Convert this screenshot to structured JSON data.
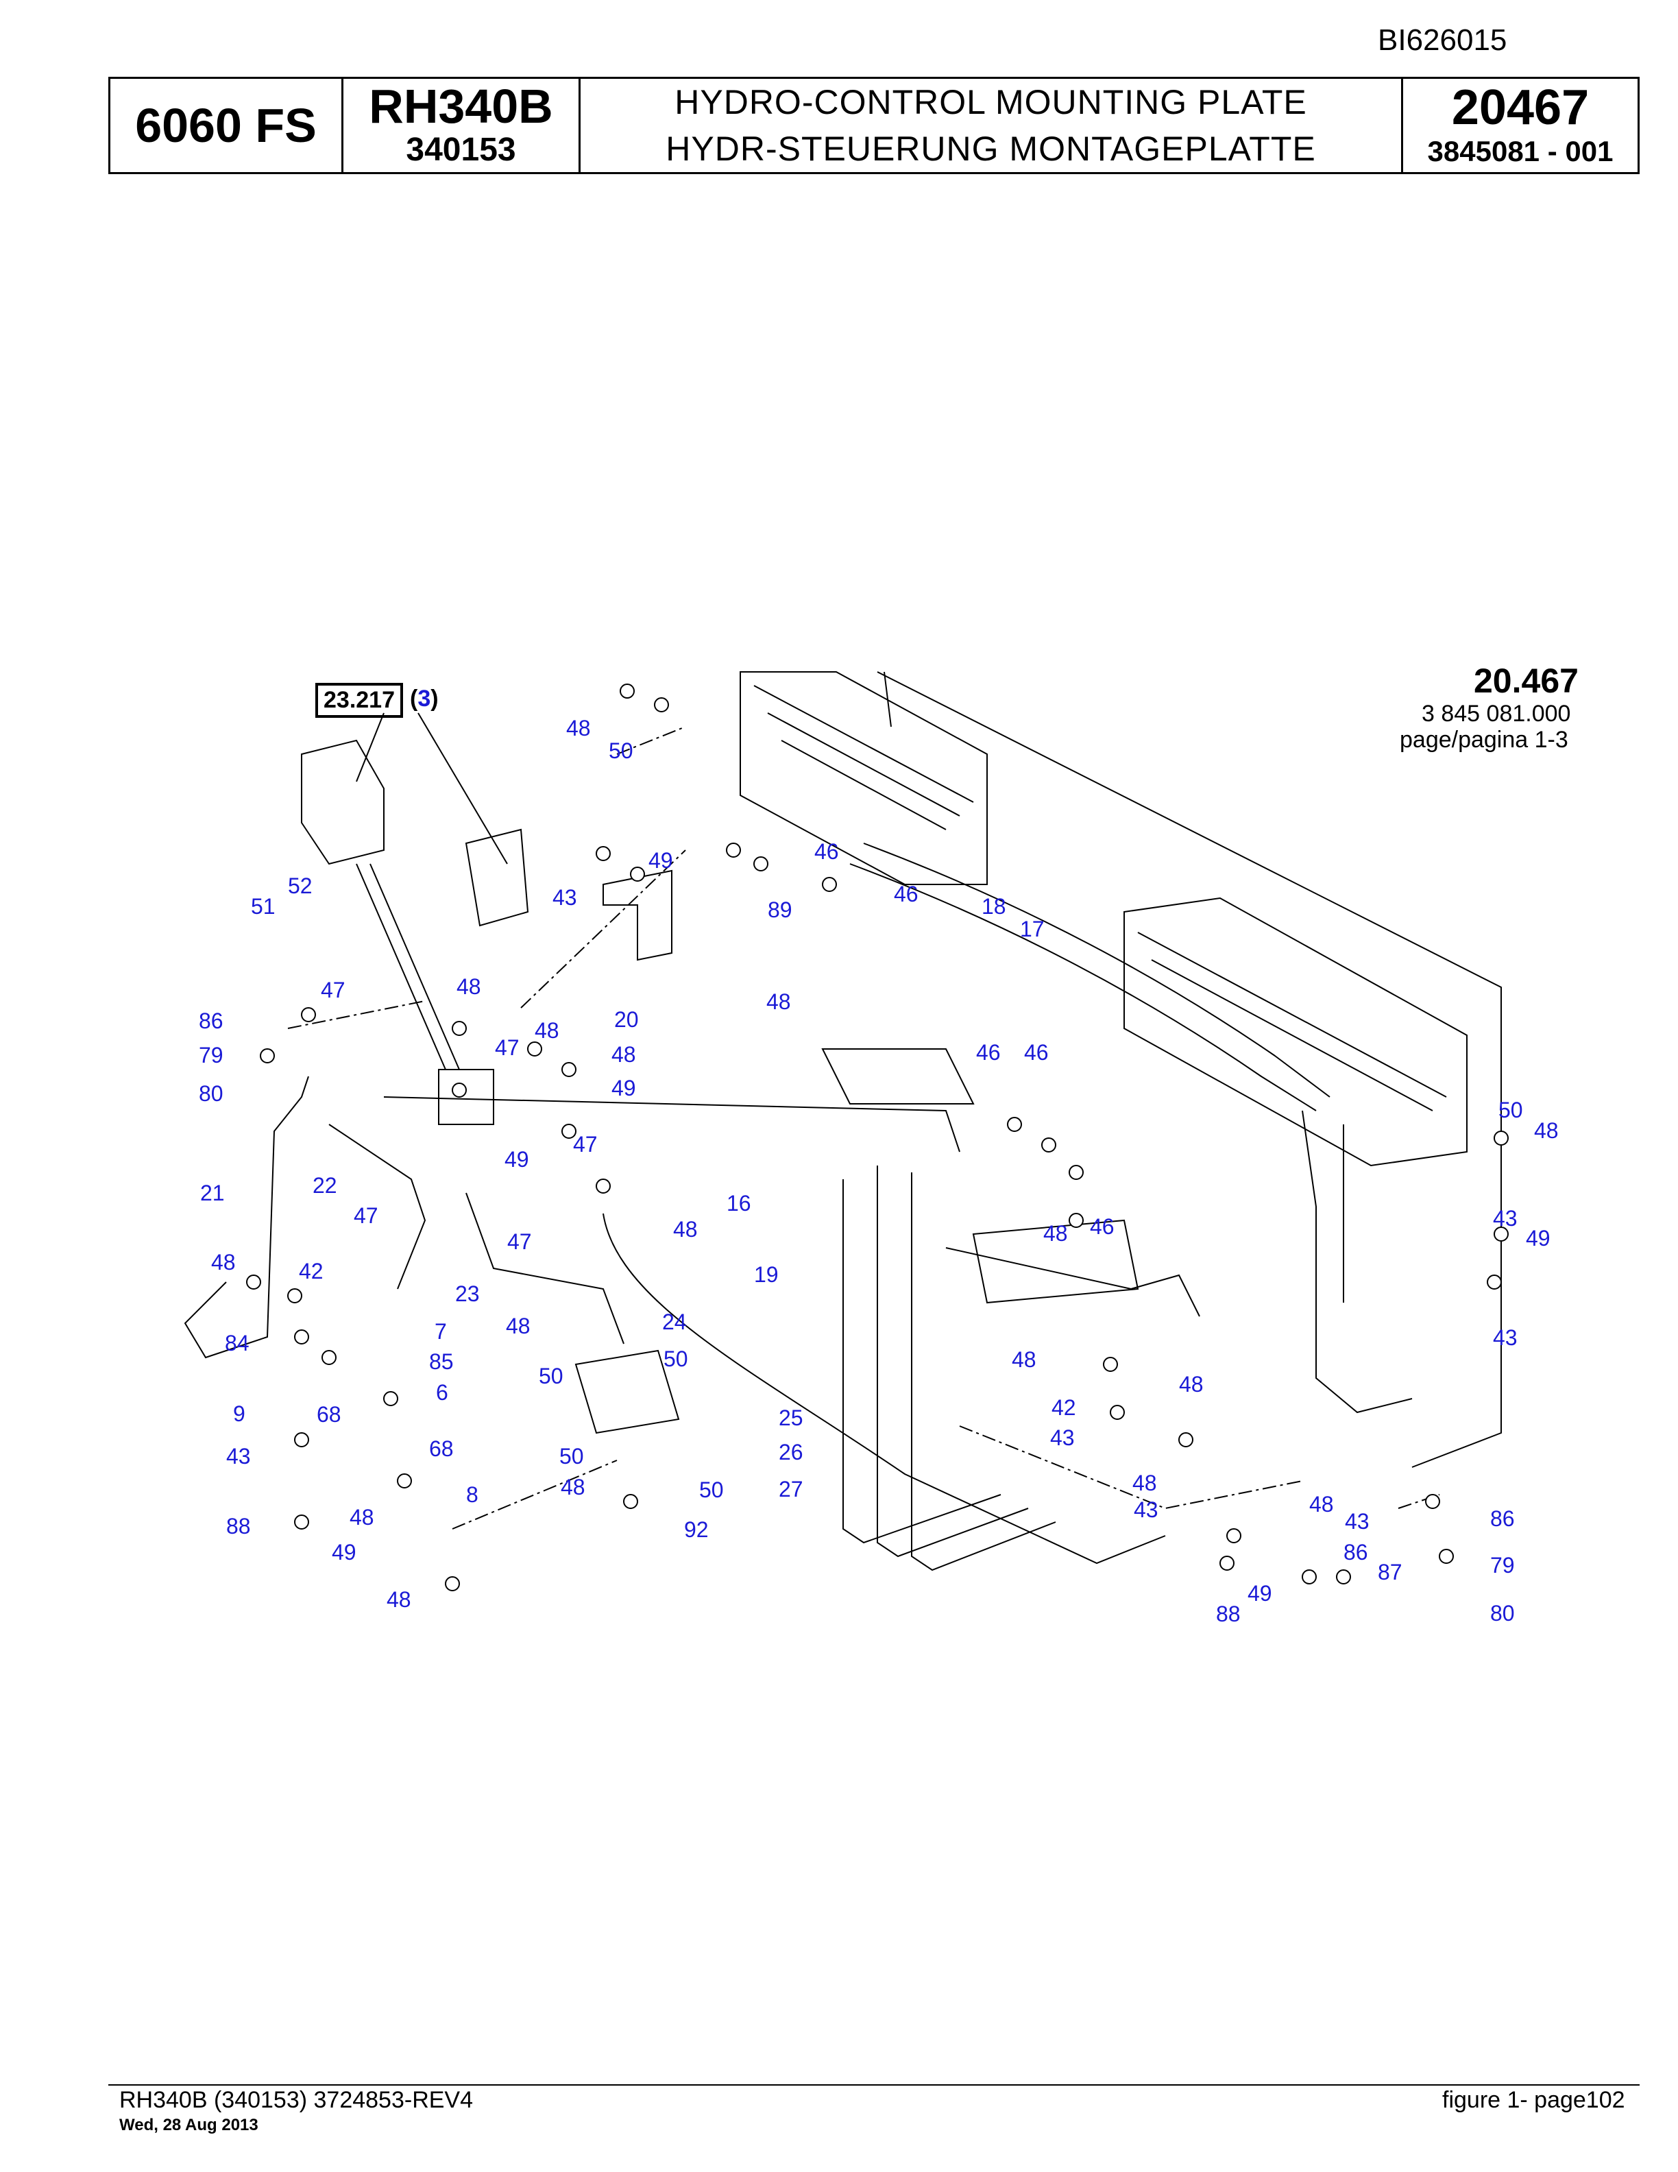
{
  "doc_id": "BI626015",
  "header": {
    "model": "6060 FS",
    "machine": "RH340B",
    "machine_serial": "340153",
    "title_en": "HYDRO-CONTROL MOUNTING PLATE",
    "title_de": "HYDR-STEUERUNG MONTAGEPLATTE",
    "group": "20467",
    "group_part": "3845081  - 001"
  },
  "figure": {
    "number": "20.467",
    "part": "3 845 081.000",
    "page": "page/pagina 1-3",
    "ref_box": "23.217",
    "ref_open": "(",
    "ref_page": "3",
    "ref_close": ")"
  },
  "callouts": [
    "48",
    "50",
    "46",
    "49",
    "43",
    "46",
    "89",
    "18",
    "17",
    "48",
    "52",
    "51",
    "47",
    "86",
    "79",
    "80",
    "48",
    "47",
    "48",
    "48",
    "49",
    "20",
    "47",
    "49",
    "22",
    "21",
    "16",
    "47",
    "48",
    "47",
    "23",
    "19",
    "48",
    "42",
    "48",
    "24",
    "50",
    "50",
    "84",
    "85",
    "6",
    "68",
    "9",
    "68",
    "43",
    "50",
    "50",
    "48",
    "92",
    "88",
    "49",
    "48",
    "8",
    "48",
    "46",
    "46",
    "48",
    "46",
    "50",
    "48",
    "43",
    "49",
    "43",
    "48",
    "42",
    "48",
    "43",
    "48",
    "43",
    "48",
    "43",
    "86",
    "79",
    "80",
    "86",
    "87",
    "49",
    "88",
    "25",
    "26",
    "27",
    "7"
  ],
  "footer": {
    "left": "RH340B (340153) 3724853-REV4",
    "date": "Wed, 28 Aug 2013",
    "right": "figure  1- page102"
  }
}
